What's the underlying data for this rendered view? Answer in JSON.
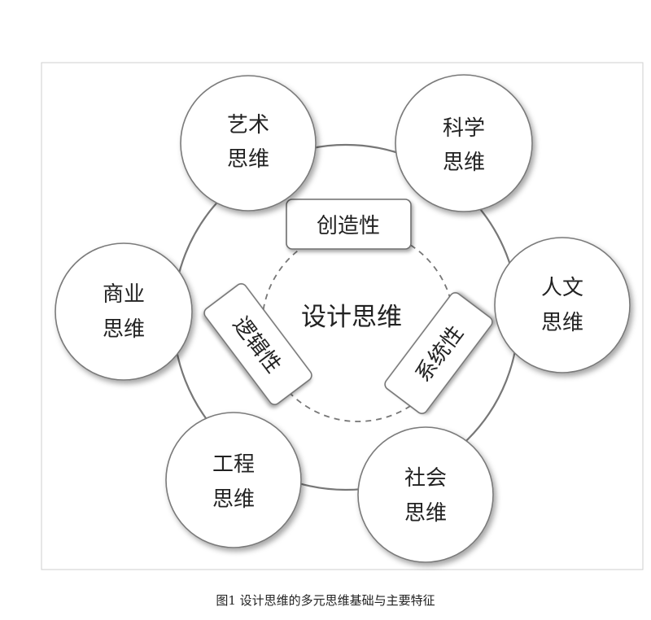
{
  "diagram": {
    "center_label": "设计思维",
    "traits": [
      {
        "id": "creativity",
        "label": "创造性"
      },
      {
        "id": "logic",
        "label": "逻辑性"
      },
      {
        "id": "systematic",
        "label": "系统性"
      }
    ],
    "nodes": [
      {
        "id": "art",
        "lines": [
          "艺术",
          "思维"
        ]
      },
      {
        "id": "science",
        "lines": [
          "科学",
          "思维"
        ]
      },
      {
        "id": "humanities",
        "lines": [
          "人文",
          "思维"
        ]
      },
      {
        "id": "society",
        "lines": [
          "社会",
          "思维"
        ]
      },
      {
        "id": "engineering",
        "lines": [
          "工程",
          "思维"
        ]
      },
      {
        "id": "business",
        "lines": [
          "商业",
          "思维"
        ]
      }
    ]
  },
  "caption": "图1 设计思维的多元思维基础与主要特征"
}
